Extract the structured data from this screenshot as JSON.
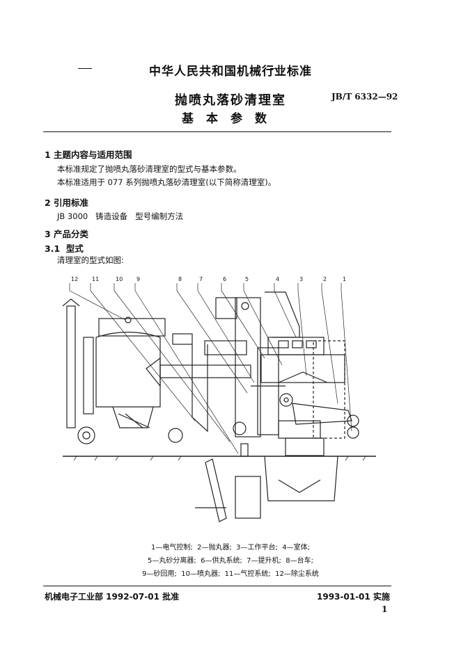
{
  "header": {
    "org": "中华人民共和国机械行业标准",
    "title": "抛喷丸落砂清理室",
    "subtitle": "基本参数",
    "std_number": "JB/T 6332—92"
  },
  "sections": {
    "s1": {
      "heading": "1  主题内容与适用范围",
      "p1": "本标准规定了抛喷丸落砂清理室的型式与基本参数。",
      "p2": "本标准适用于 077 系列抛喷丸落砂清理室(以下简称清理室)。"
    },
    "s2": {
      "heading": "2  引用标准",
      "p1": "JB 3000   铸造设备   型号编制方法"
    },
    "s3": {
      "heading": "3  产品分类",
      "sub": "3.1  型式",
      "p1": "清理室的型式如图:"
    }
  },
  "figure": {
    "callouts": [
      "12",
      "11",
      "10",
      "9",
      "8",
      "7",
      "6",
      "5",
      "4",
      "3",
      "2",
      "1"
    ],
    "legend": [
      "1—电气控制;  2—抛丸器;  3—工作平台;  4—室体;",
      "5—丸砂分离器;  6—供丸系统;  7—提升机;  8—台车;",
      "9—砂回用;  10—喷丸器;  11—气控系统;  12—除尘系统"
    ]
  },
  "footer": {
    "approved": "机械电子工业部 1992-07-01 批准",
    "effective": "1993-01-01 实施",
    "page": "1"
  }
}
